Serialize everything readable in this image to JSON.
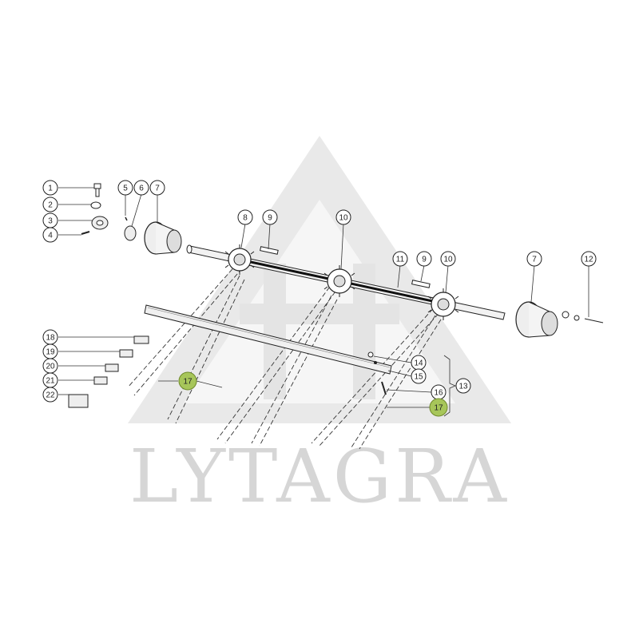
{
  "watermark": {
    "text": "LYTAGRA",
    "color": "#d6d6d6"
  },
  "highlight_color": "#a7c65a",
  "callouts": [
    {
      "id": "c1",
      "label": "1"
    },
    {
      "id": "c2",
      "label": "2"
    },
    {
      "id": "c3",
      "label": "3"
    },
    {
      "id": "c4",
      "label": "4"
    },
    {
      "id": "c5",
      "label": "5"
    },
    {
      "id": "c6",
      "label": "6"
    },
    {
      "id": "c7a",
      "label": "7"
    },
    {
      "id": "c8",
      "label": "8"
    },
    {
      "id": "c9a",
      "label": "9"
    },
    {
      "id": "c10a",
      "label": "10"
    },
    {
      "id": "c11",
      "label": "11"
    },
    {
      "id": "c9b",
      "label": "9"
    },
    {
      "id": "c10b",
      "label": "10"
    },
    {
      "id": "c7b",
      "label": "7"
    },
    {
      "id": "c12",
      "label": "12"
    },
    {
      "id": "c13",
      "label": "13"
    },
    {
      "id": "c14",
      "label": "14"
    },
    {
      "id": "c15",
      "label": "15"
    },
    {
      "id": "c16",
      "label": "16"
    },
    {
      "id": "c17a",
      "label": "17",
      "highlighted": true
    },
    {
      "id": "c17b",
      "label": "17",
      "highlighted": true
    },
    {
      "id": "c18",
      "label": "18"
    },
    {
      "id": "c19",
      "label": "19"
    },
    {
      "id": "c20",
      "label": "20"
    },
    {
      "id": "c21",
      "label": "21"
    },
    {
      "id": "c22",
      "label": "22"
    }
  ]
}
